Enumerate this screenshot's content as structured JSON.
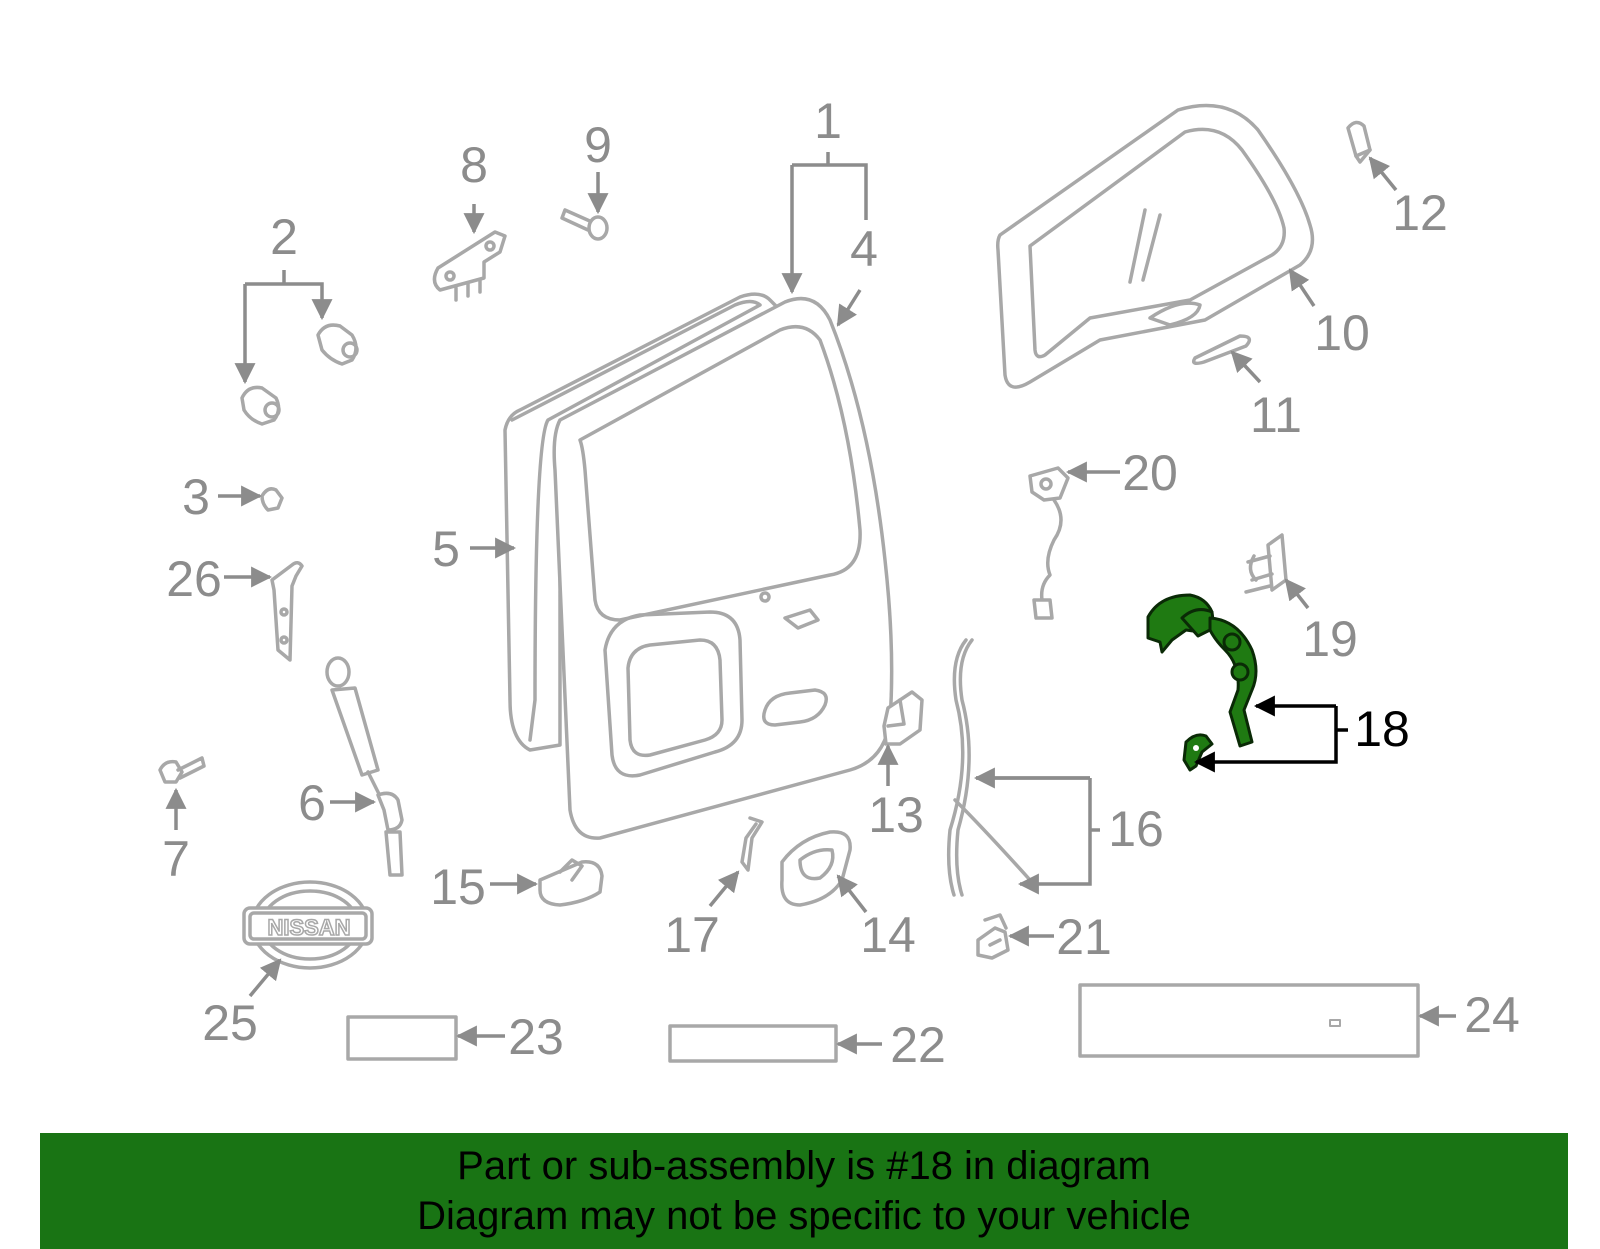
{
  "callouts": [
    "1",
    "2",
    "3",
    "4",
    "5",
    "6",
    "7",
    "8",
    "9",
    "10",
    "11",
    "12",
    "13",
    "14",
    "15",
    "16",
    "17",
    "18",
    "19",
    "20",
    "21",
    "22",
    "23",
    "24",
    "25",
    "26"
  ],
  "highlighted_part": "18",
  "logo_text": "NISSAN",
  "colors": {
    "line_gray": "#a8a8a8",
    "label_gray": "#8c8c8c",
    "highlight_green": "#1f7a12",
    "banner_green": "#197414"
  },
  "banner": {
    "line1": "Part or sub-assembly is #18 in diagram",
    "line2": "Diagram may not be specific to your vehicle"
  }
}
